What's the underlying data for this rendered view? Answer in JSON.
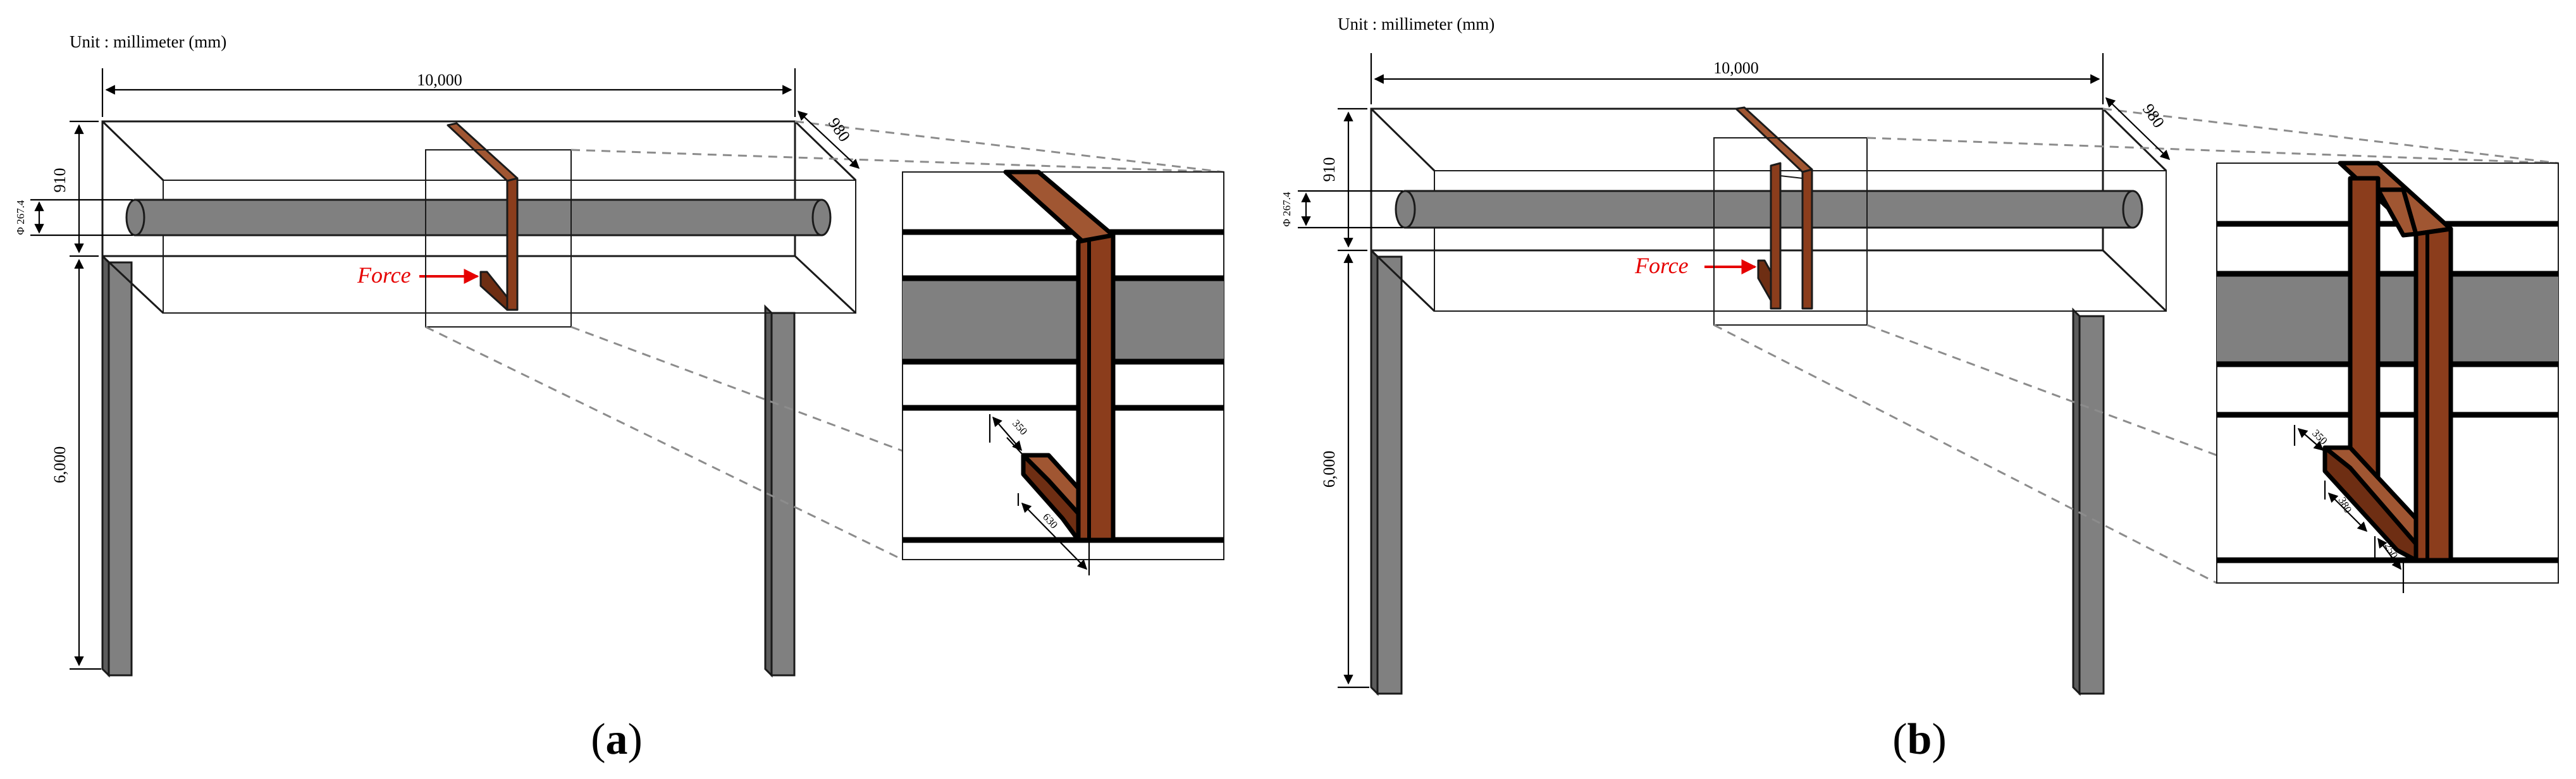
{
  "panel_a": {
    "unit": "Unit : millimeter (mm)",
    "length": "10,000",
    "width": "980",
    "height": "910",
    "pipe_diameter": "Φ 267.4",
    "column_height": "6,000",
    "force": "Force",
    "detail_dim_1": "350",
    "detail_dim_2": "630",
    "caption": "(a)",
    "caption_letter": "a"
  },
  "panel_b": {
    "unit": "Unit : millimeter (mm)",
    "length": "10,000",
    "width": "980",
    "height": "910",
    "pipe_diameter": "Φ 267.4",
    "column_height": "6,000",
    "force": "Force",
    "detail_dim_1": "350",
    "detail_dim_2": "380",
    "detail_dim_3": "250",
    "caption": "(b)",
    "caption_letter": "b"
  },
  "colors": {
    "steel": "#808080",
    "brace": "#8b3d1c",
    "force": "#e60000",
    "leader": "#8c8c8c"
  }
}
